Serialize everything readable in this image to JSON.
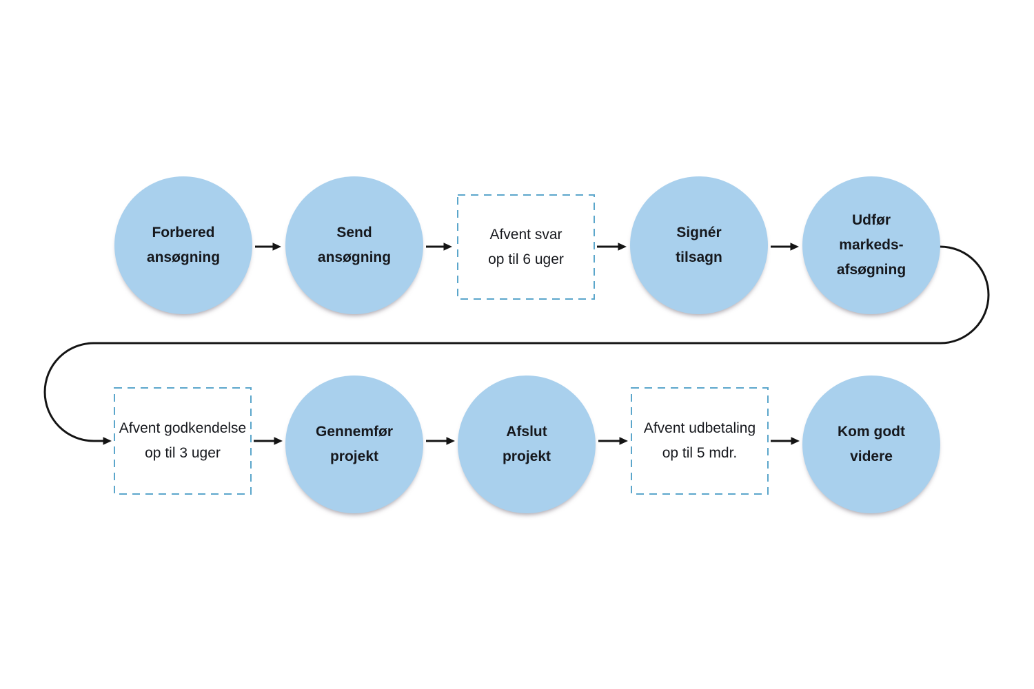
{
  "flow": {
    "steps": [
      {
        "id": "forbered-ansogning",
        "type": "step",
        "lines": [
          "Forbered",
          "ansøgning"
        ]
      },
      {
        "id": "send-ansogning",
        "type": "step",
        "lines": [
          "Send",
          "ansøgning"
        ]
      },
      {
        "id": "afvent-svar",
        "type": "wait",
        "lines": [
          "Afvent svar",
          "op til 6 uger"
        ]
      },
      {
        "id": "signer-tilsagn",
        "type": "step",
        "lines": [
          "Signér",
          "tilsagn"
        ]
      },
      {
        "id": "udfor-markedsafsogning",
        "type": "step",
        "lines": [
          "Udfør",
          "markeds-",
          "afsøgning"
        ]
      },
      {
        "id": "afvent-godkendelse",
        "type": "wait",
        "lines": [
          "Afvent godkendelse",
          "op til 3 uger"
        ]
      },
      {
        "id": "gennemfor-projekt",
        "type": "step",
        "lines": [
          "Gennemfør",
          "projekt"
        ]
      },
      {
        "id": "afslut-projekt",
        "type": "step",
        "lines": [
          "Afslut",
          "projekt"
        ]
      },
      {
        "id": "afvent-udbetaling",
        "type": "wait",
        "lines": [
          "Afvent udbetaling",
          "op til 5 mdr."
        ]
      },
      {
        "id": "kom-godt-videre",
        "type": "step",
        "lines": [
          "Kom godt",
          "videre"
        ]
      }
    ]
  },
  "colors": {
    "circle_fill": "#a9d0ed",
    "dashed_border": "#5ba6cb",
    "arrow": "#141414",
    "text": "#16181d"
  }
}
